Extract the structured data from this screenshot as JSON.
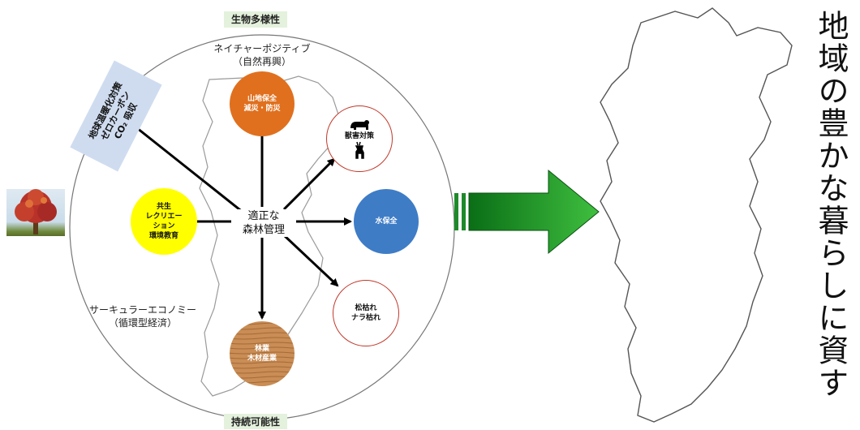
{
  "labels": {
    "top_tag": "生物多様性",
    "top_sub_1": "ネイチャーポジティブ",
    "top_sub_2": "（自然再興）",
    "bottom_tag": "持続可能性",
    "left_1": "サーキュラーエコノミー",
    "left_2": "（循環型経済）",
    "center_1": "適正な",
    "center_2": "森林管理",
    "climate_1": "地球温暖化対策",
    "climate_2": "ゼロカーボン",
    "climate_3": "CO₂ 吸収"
  },
  "nodes": {
    "disaster_1": "山地保全",
    "disaster_2": "減災・防災",
    "wildlife": "獣害対策",
    "water": "水保全",
    "recreation_1": "共生",
    "recreation_2": "レクリエー",
    "recreation_3": "ション",
    "recreation_4": "環境教育",
    "pine_1": "松枯れ",
    "pine_2": "ナラ枯れ",
    "forestry_1": "林業",
    "forestry_2": "木材産業"
  },
  "slogan": "地域の豊かな暮らしに資す",
  "colors": {
    "orange": "#e0701e",
    "yellow": "#ffff00",
    "blue": "#3e7cc6",
    "green_dark": "#0a6e16",
    "green_light": "#3fbf3f",
    "red_outline": "#c0392b"
  }
}
